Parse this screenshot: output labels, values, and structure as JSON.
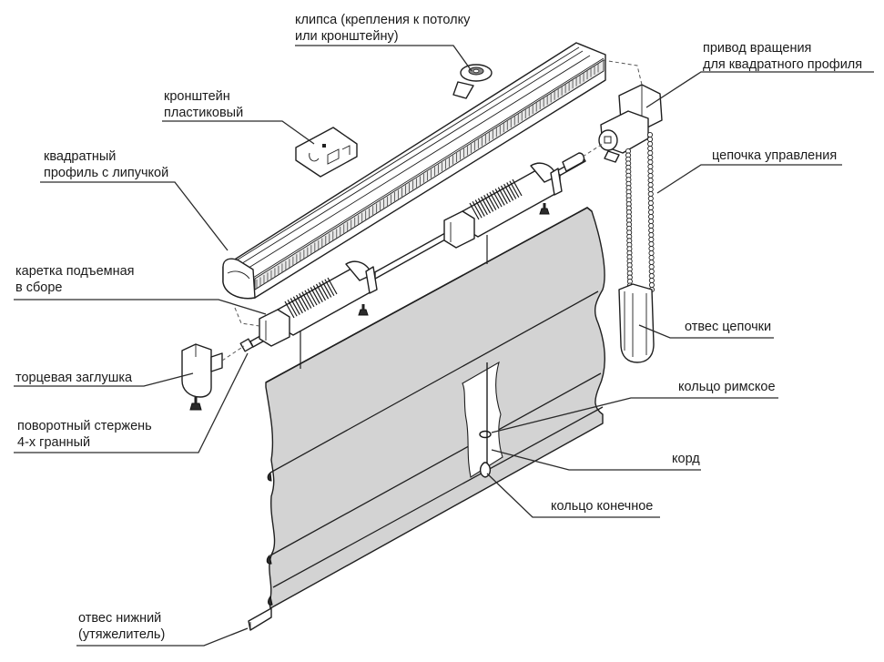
{
  "diagram": {
    "title": "Roman blind assembly (exploded view)",
    "colors": {
      "fabric": "#d3d3d3",
      "line": "#1f1f1f",
      "background": "#ffffff"
    },
    "labels": {
      "clip": {
        "line1": "клипса (крепления к потолку",
        "line2": "или кронштейну)"
      },
      "drive": {
        "line1": "привод вращения",
        "line2": "для квадратного профиля"
      },
      "bracket": {
        "line1": "кронштейн",
        "line2": "пластиковый"
      },
      "profile": {
        "line1": "квадратный",
        "line2": "профиль с липучкой"
      },
      "chain": {
        "line1": "цепочка управления"
      },
      "carriage": {
        "line1": "каретка подъемная",
        "line2": "в сборе"
      },
      "chain_weight": {
        "line1": "отвес цепочки"
      },
      "end_cap": {
        "line1": "торцевая заглушка"
      },
      "roman_ring": {
        "line1": "кольцо римское"
      },
      "rod": {
        "line1": "поворотный стержень",
        "line2": "4-х гранный"
      },
      "cord": {
        "line1": "корд"
      },
      "end_ring": {
        "line1": "кольцо конечное"
      },
      "bottom_weight": {
        "line1": "отвес нижний",
        "line2": "(утяжелитель)"
      }
    }
  }
}
